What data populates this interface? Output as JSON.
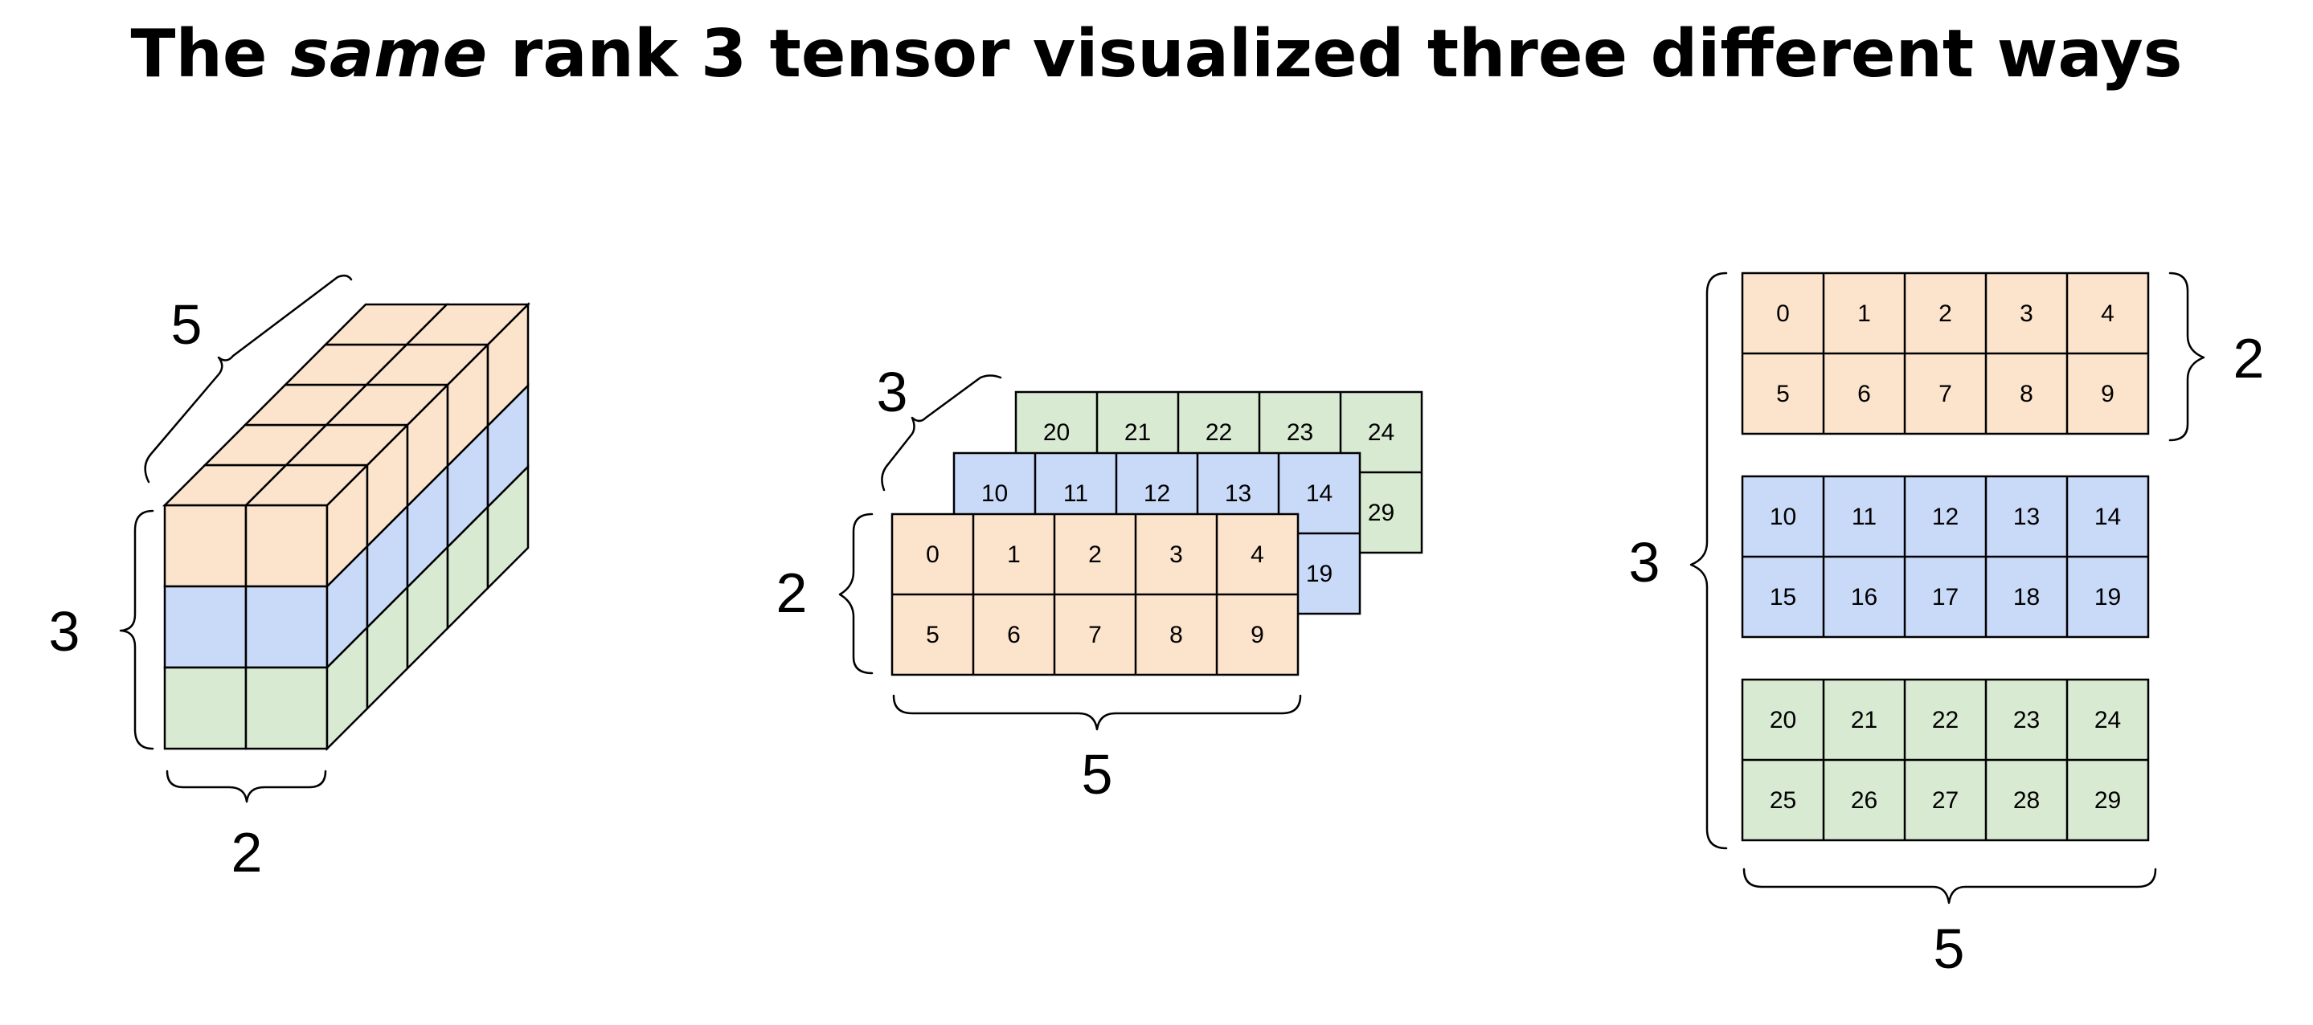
{
  "title": {
    "prefix": "The ",
    "emphasis": "same",
    "suffix": " rank 3 tensor visualized three different ways"
  },
  "colors": {
    "layer0": "#fbe3cc",
    "layer1": "#c9d9f8",
    "layer2": "#d9ead3"
  },
  "dims": {
    "layers": 3,
    "rows": 2,
    "cols": 5
  },
  "view1": {
    "label_depth": "5",
    "label_height": "3",
    "label_width": "2"
  },
  "view2": {
    "label_layers": "3",
    "label_rows": "2",
    "label_cols": "5"
  },
  "view3": {
    "label_rows": "2",
    "label_layers": "3",
    "label_cols": "5"
  },
  "values": [
    [
      [
        0,
        1,
        2,
        3,
        4
      ],
      [
        5,
        6,
        7,
        8,
        9
      ]
    ],
    [
      [
        10,
        11,
        12,
        13,
        14
      ],
      [
        15,
        16,
        17,
        18,
        19
      ]
    ],
    [
      [
        20,
        21,
        22,
        23,
        24
      ],
      [
        25,
        26,
        27,
        28,
        29
      ]
    ]
  ]
}
